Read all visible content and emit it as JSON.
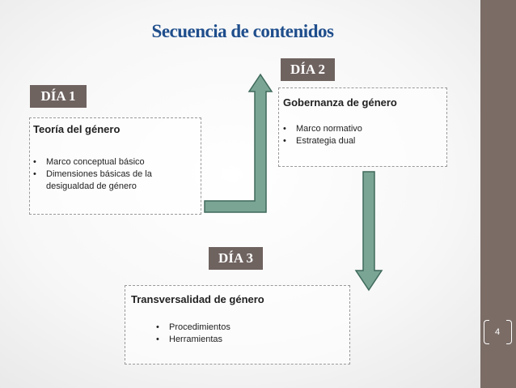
{
  "title": "Secuencia de contenidos",
  "days": [
    {
      "badge": "DÍA 1",
      "heading": "Teoría del género",
      "items": [
        "Marco conceptual básico",
        "Dimensiones básicas de la desigualdad de género"
      ]
    },
    {
      "badge": "DÍA 2",
      "heading": "Gobernanza de género",
      "items": [
        "Marco normativo",
        "Estrategia dual"
      ]
    },
    {
      "badge": "DÍA 3",
      "heading": "Transversalidad de género",
      "items": [
        "Procedimientos",
        "Herramientas"
      ]
    }
  ],
  "page_number": "4",
  "colors": {
    "title": "#1f4e8c",
    "badge": "#6f6360",
    "sidebar": "#7b6c66",
    "arrow_fill": "#7aa595",
    "arrow_stroke": "#3f6a5b"
  },
  "icons": [
    "elbow-arrow-up-icon",
    "arrow-down-icon"
  ]
}
